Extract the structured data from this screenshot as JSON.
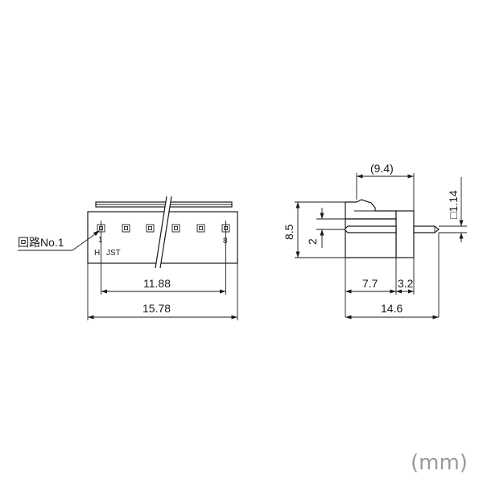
{
  "front_view": {
    "pin_first": "1",
    "pin_last": "8",
    "marking_h": "H",
    "marking_brand": "JST",
    "circuit_label": "回路No.1",
    "dim_pitch_span": "11.88",
    "dim_overall_width": "15.78"
  },
  "side_view": {
    "dim_top_ref": "(9.4)",
    "dim_height": "8.5",
    "dim_pin_height": "2",
    "dim_pin_square": "□1.14",
    "dim_body_depth": "7.7",
    "dim_flange": "3.2",
    "dim_total_length": "14.6"
  },
  "unit_label": "(mm)"
}
